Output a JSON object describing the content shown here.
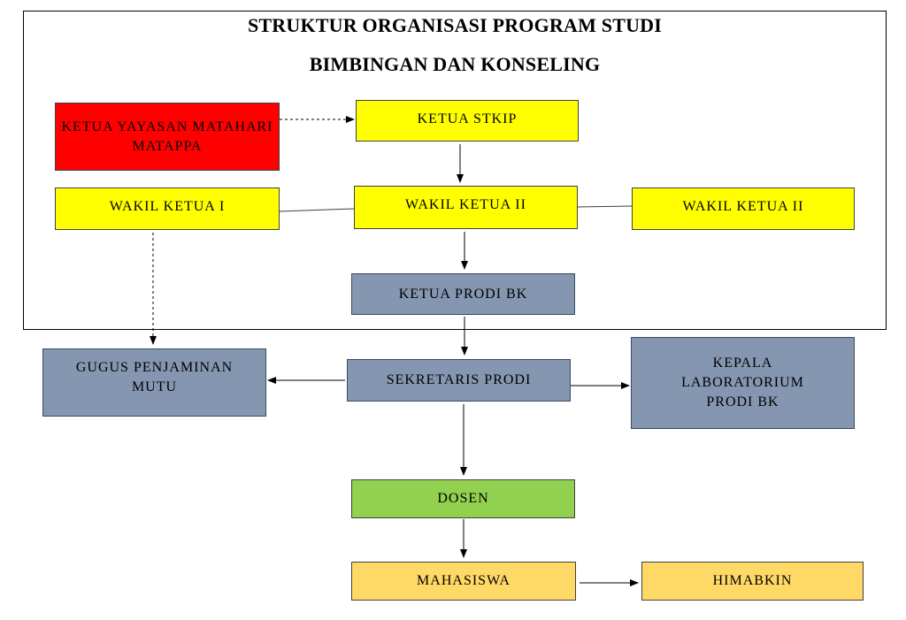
{
  "title": {
    "line1": "STRUKTUR ORGANISASI PROGRAM STUDI",
    "line2": "BIMBINGAN DAN KONSELING"
  },
  "nodes": {
    "ketua_yayasan": "KETUA YAYASAN MATAHARI MATAPPA",
    "ketua_stkip": "KETUA STKIP",
    "wakil_ketua_1": "WAKIL KETUA I",
    "wakil_ketua_2_center": "WAKIL KETUA II",
    "wakil_ketua_2_right": "WAKIL KETUA II",
    "ketua_prodi": "KETUA PRODI BK",
    "gugus": "GUGUS PENJAMINAN MUTU",
    "sekretaris": "SEKRETARIS PRODI",
    "kepala_lab": "KEPALA LABORATORIUM PRODI BK",
    "dosen": "DOSEN",
    "mahasiswa": "MAHASISWA",
    "himabkin": "HIMABKIN"
  },
  "colors": {
    "yellow": "#ffff00",
    "red": "#ff0000",
    "slate": "#8496b0",
    "green": "#92d050",
    "gold": "#ffd966"
  }
}
